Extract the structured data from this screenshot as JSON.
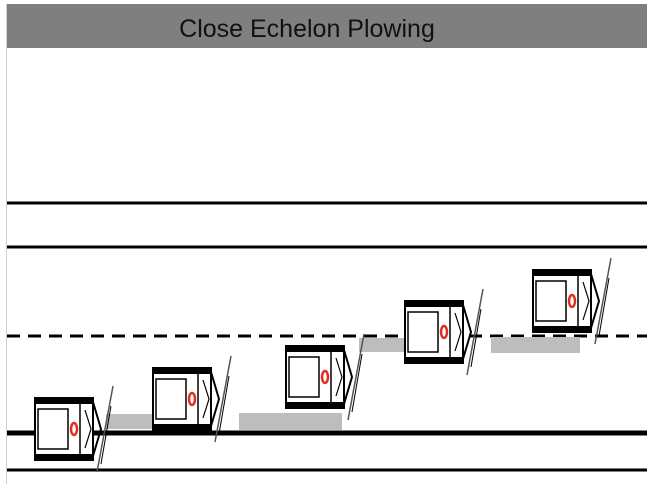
{
  "title": "Close Echelon Plowing",
  "colors": {
    "title_bar": "#7f7f7f",
    "road_line": "#000000",
    "snow_trail": "#bdbdbd",
    "beacon": "#e03020",
    "plow_blade": "#555555"
  },
  "diagram": {
    "road_lines": [
      {
        "name": "road-edge-top",
        "style": "solid"
      },
      {
        "name": "lane-line-upper",
        "style": "solid"
      },
      {
        "name": "lane-line-dashed",
        "style": "dashed"
      },
      {
        "name": "lane-line-lower",
        "style": "solid"
      },
      {
        "name": "road-edge-bottom",
        "style": "solid"
      }
    ],
    "plow_trucks": [
      {
        "name": "plow-truck-1",
        "has_snow_trail": false
      },
      {
        "name": "plow-truck-2",
        "has_snow_trail": true
      },
      {
        "name": "plow-truck-3",
        "has_snow_trail": true
      },
      {
        "name": "plow-truck-4",
        "has_snow_trail": true
      },
      {
        "name": "plow-truck-5",
        "has_snow_trail": true
      }
    ]
  }
}
